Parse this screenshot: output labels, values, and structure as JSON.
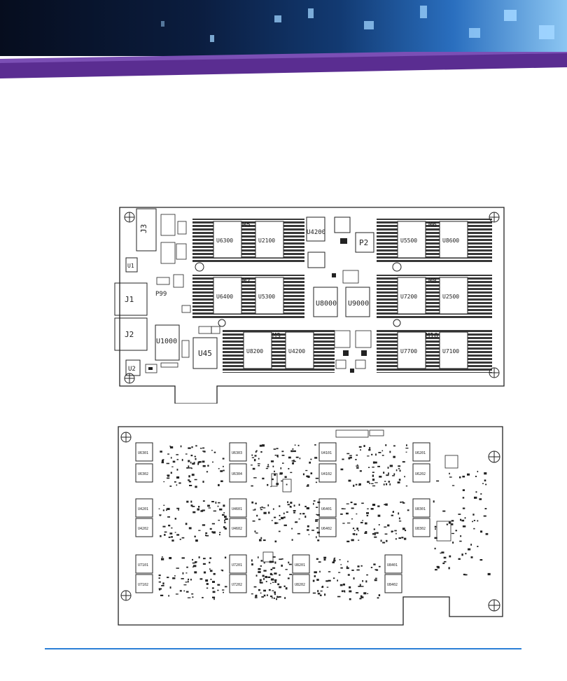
{
  "banner": {
    "accent_color": "#5a2d91",
    "sky_color": "#0b1d3f"
  },
  "top_board": {
    "connectors": [
      "J3",
      "J1",
      "J2",
      "U2",
      "U1"
    ],
    "module_slots": [
      "M5",
      "M6",
      "M7",
      "M8",
      "M9",
      "M10"
    ],
    "chips": [
      "U4200",
      "P2",
      "U8000",
      "U9000",
      "U1000",
      "U45",
      "P99"
    ],
    "memory_labels": [
      "U6300",
      "U2100",
      "U6400",
      "U5300",
      "U8200",
      "U4200",
      "U5500",
      "U8600",
      "U7200",
      "U2500",
      "U7700",
      "U7100"
    ]
  },
  "bottom_board": {
    "chip_labels": [
      "U6301",
      "U6302",
      "U6303",
      "U6304",
      "U4101",
      "U4102",
      "U6201",
      "U6202",
      "U4201",
      "U4202",
      "U4601",
      "U4602",
      "U6401",
      "U6402",
      "U8301",
      "U8302",
      "U7101",
      "U7102",
      "U7201",
      "U7202",
      "U8201",
      "U8202",
      "U8401",
      "U8402"
    ]
  },
  "footer": {
    "rule_color": "#2b7fd6"
  }
}
